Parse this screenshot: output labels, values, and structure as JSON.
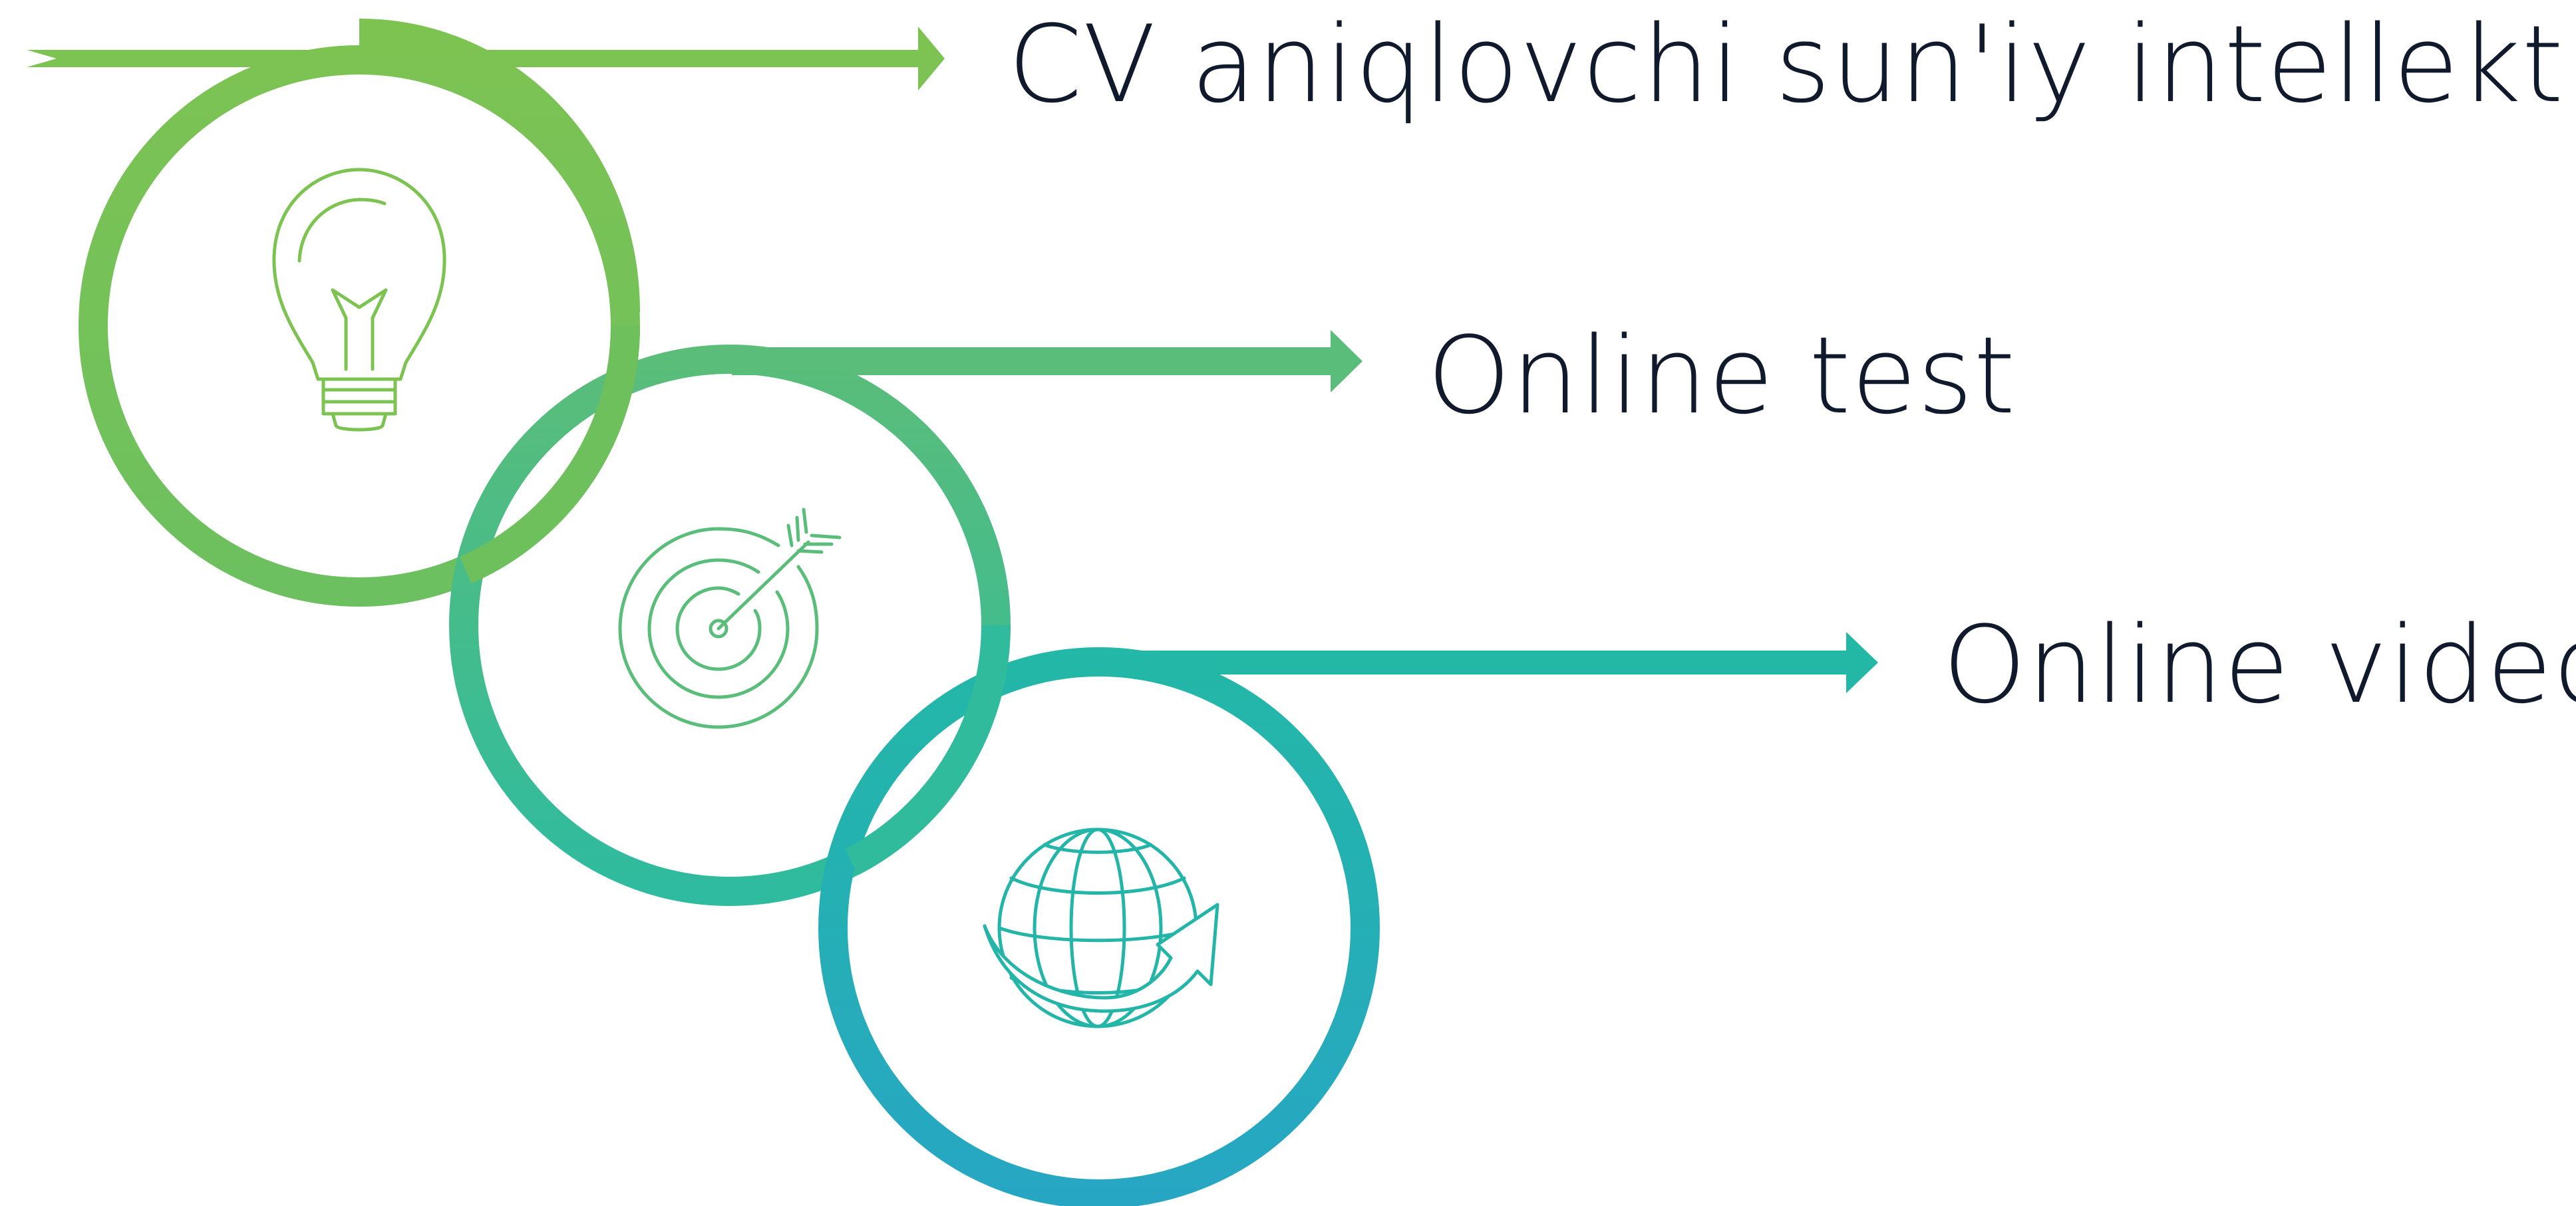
{
  "steps": [
    {
      "label": "CV aniqlovchi sun'iy intellekt",
      "icon": "lightbulb-icon",
      "color": "#7dc352"
    },
    {
      "label": "Online test",
      "icon": "target-icon",
      "color": "#5bbd7a"
    },
    {
      "label": "Online video",
      "icon": "globe-icon",
      "color": "#22b5a8"
    }
  ],
  "colors": {
    "gradient_start": "#7dc352",
    "gradient_mid": "#2dbba0",
    "gradient_end": "#27a6c4",
    "text": "#101a2c"
  }
}
